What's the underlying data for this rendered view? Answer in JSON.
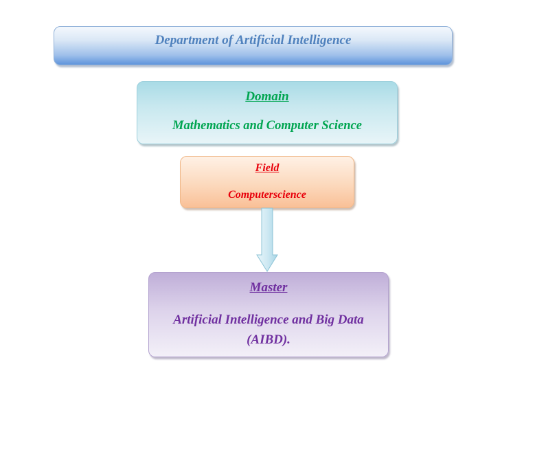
{
  "department": {
    "title": "Department of Artificial Intelligence"
  },
  "domain": {
    "heading": "Domain",
    "text": "Mathematics and Computer Science"
  },
  "field": {
    "heading": "Field",
    "text": "Computerscience"
  },
  "master": {
    "heading": "Master",
    "text": "Artificial Intelligence and Big Data (AIBD)."
  },
  "colors": {
    "department_text": "#4f81bd",
    "domain_text": "#00a550",
    "field_text": "#e8000b",
    "master_text": "#7030a0",
    "arrow_fill": "#cfe9f3"
  },
  "connector": {
    "icon": "down-arrow-icon",
    "from": "field",
    "to": "master"
  }
}
